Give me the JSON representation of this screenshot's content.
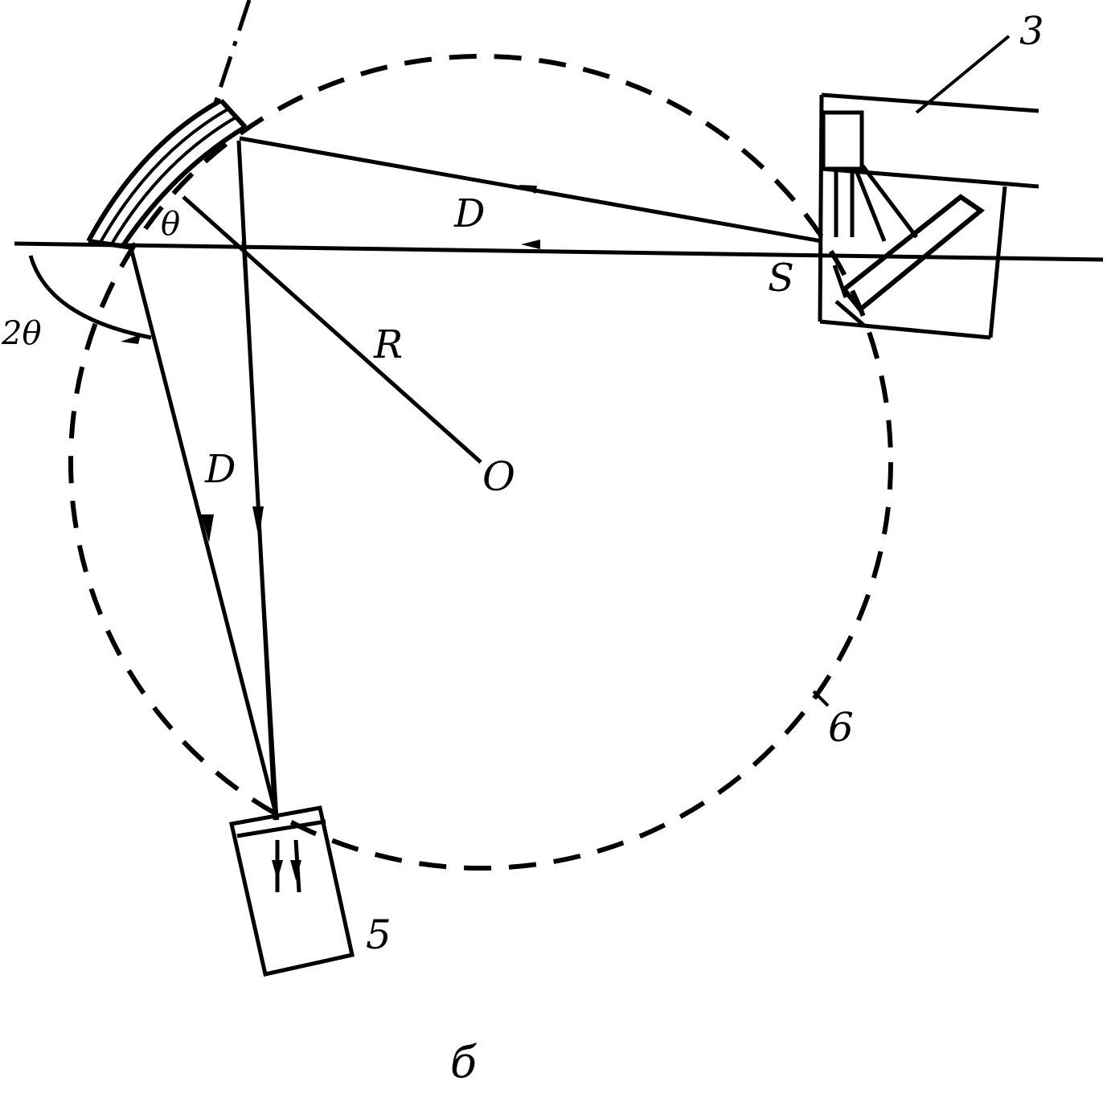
{
  "diagram": {
    "labels": {
      "theta": "θ",
      "two_theta": "2θ",
      "D_upper": "D",
      "D_lower": "D",
      "S": "S",
      "R": "R",
      "O": "O",
      "part_3": "3",
      "part_5": "5",
      "part_6": "6",
      "caption": "б"
    },
    "colors": {
      "ink": "#000000",
      "paper": "#ffffff"
    }
  }
}
